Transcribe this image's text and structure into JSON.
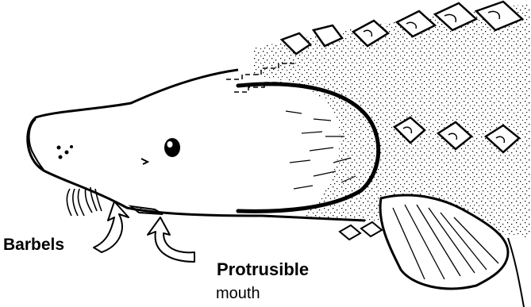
{
  "labels": {
    "barbels": "Barbels",
    "protrusible": "Protrusible",
    "mouth": "mouth"
  },
  "icons": [
    "curved-arrow-icon",
    "curved-arrow-icon"
  ],
  "colors": {
    "ink": "#000000",
    "background": "#ffffff"
  }
}
